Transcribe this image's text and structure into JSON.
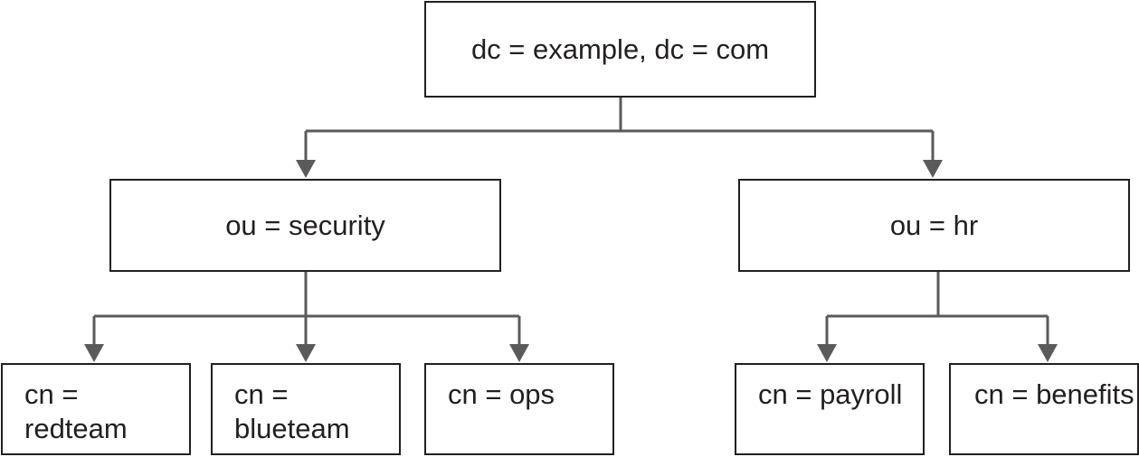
{
  "tree": {
    "root": {
      "label": "dc = example, dc = com"
    },
    "ou_security": {
      "label": "ou = security"
    },
    "ou_hr": {
      "label": "ou = hr"
    },
    "cn_redteam": {
      "line1": "cn =",
      "line2": "redteam"
    },
    "cn_blueteam": {
      "line1": "cn =",
      "line2": "blueteam"
    },
    "cn_ops": {
      "label": "cn = ops"
    },
    "cn_payroll": {
      "label": "cn = payroll"
    },
    "cn_benefits": {
      "label": "cn = benefits"
    }
  },
  "colors": {
    "box_border": "#231f20",
    "connector": "#5a5a5a",
    "text": "#231f20"
  }
}
